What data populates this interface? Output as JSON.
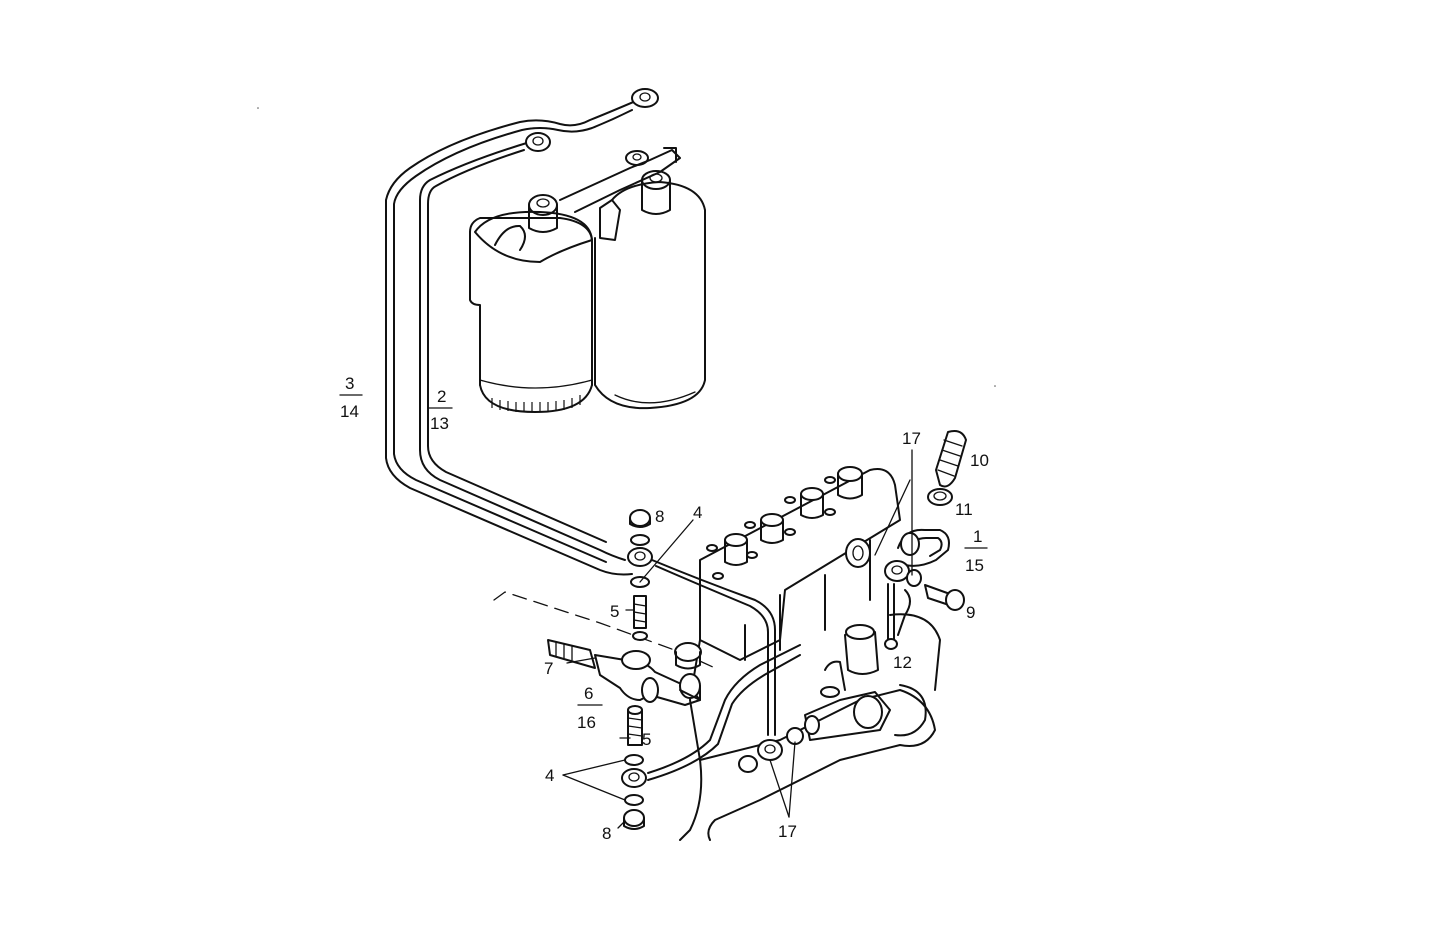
{
  "diagram": {
    "labels": {
      "p1": "1",
      "p15": "15",
      "p2": "2",
      "p13": "13",
      "p3": "3",
      "p14": "14",
      "p4a": "4",
      "p4b": "4",
      "p5a": "5",
      "p5b": "5",
      "p6": "6",
      "p16": "16",
      "p7": "7",
      "p8a": "8",
      "p8b": "8",
      "p9": "9",
      "p10": "10",
      "p11": "11",
      "p12": "12",
      "p17a": "17",
      "p17b": "17"
    }
  }
}
